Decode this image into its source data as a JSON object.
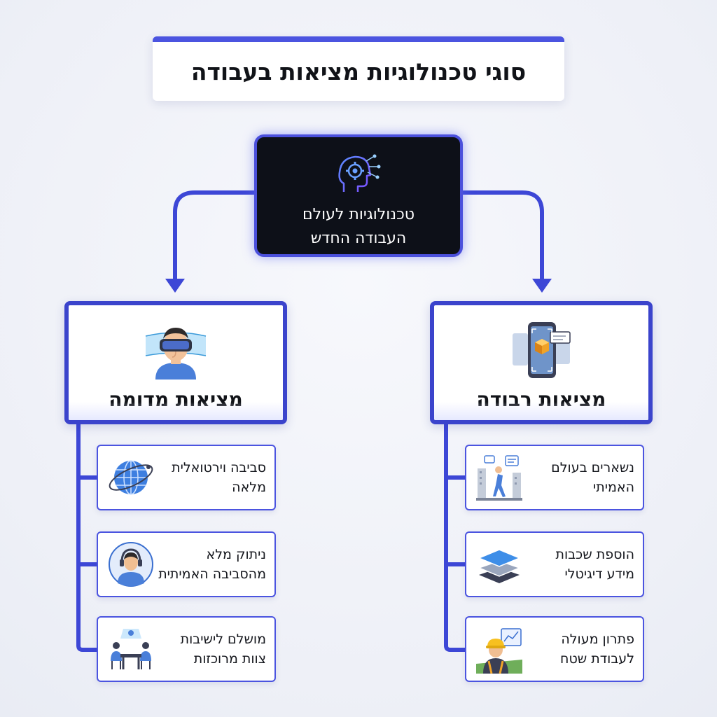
{
  "title": "סוגי טכנולוגיות מציאות בעבודה",
  "root": {
    "label_line1": "טכנולוגיות לעולם",
    "label_line2": "העבודה החדש",
    "icon": "head-gear-icon"
  },
  "categories": [
    {
      "label": "מציאות רבודה",
      "icon": "phone-ar-icon",
      "items": [
        {
          "line1": "נשארים בעולם",
          "line2": "האמיתי",
          "icon": "walking-city-icon"
        },
        {
          "line1": "הוספת שכבות",
          "line2": "מידע דיגיטלי",
          "icon": "layers-icon"
        },
        {
          "line1": "פתרון מעולה",
          "line2": "לעבודת שטח",
          "icon": "field-worker-icon"
        }
      ]
    },
    {
      "label": "מציאות מדומה",
      "icon": "vr-headset-icon",
      "items": [
        {
          "line1": "סביבה וירטואלית",
          "line2": "מלאה",
          "icon": "globe-icon"
        },
        {
          "line1": "ניתוק מלא",
          "line2": "מהסביבה האמיתית",
          "icon": "headphones-person-icon"
        },
        {
          "line1": "מושלם לישיבות",
          "line2": "צוות מרוכזות",
          "icon": "team-meeting-icon"
        }
      ]
    }
  ],
  "colors": {
    "accent": "#4b54e0",
    "root_bg": "#0d1018",
    "connector": "#3d47d6"
  }
}
